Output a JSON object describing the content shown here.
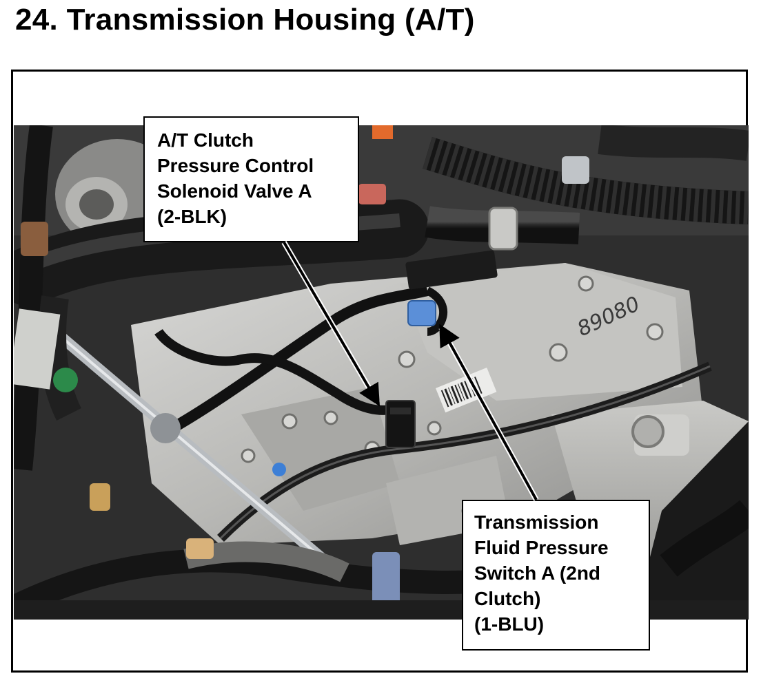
{
  "page": {
    "title": "24.  Transmission Housing (A/T)"
  },
  "figure": {
    "callouts": [
      {
        "id": "solenoid-valve-a",
        "lines": [
          "A/T Clutch",
          "Pressure Control",
          "Solenoid Valve A",
          "(2-BLK)"
        ]
      },
      {
        "id": "pressure-switch-a",
        "lines": [
          "Transmission",
          "Fluid Pressure",
          "Switch A (2nd",
          "Clutch)",
          "(1-BLU)"
        ]
      }
    ],
    "stamp_text": "89080"
  }
}
